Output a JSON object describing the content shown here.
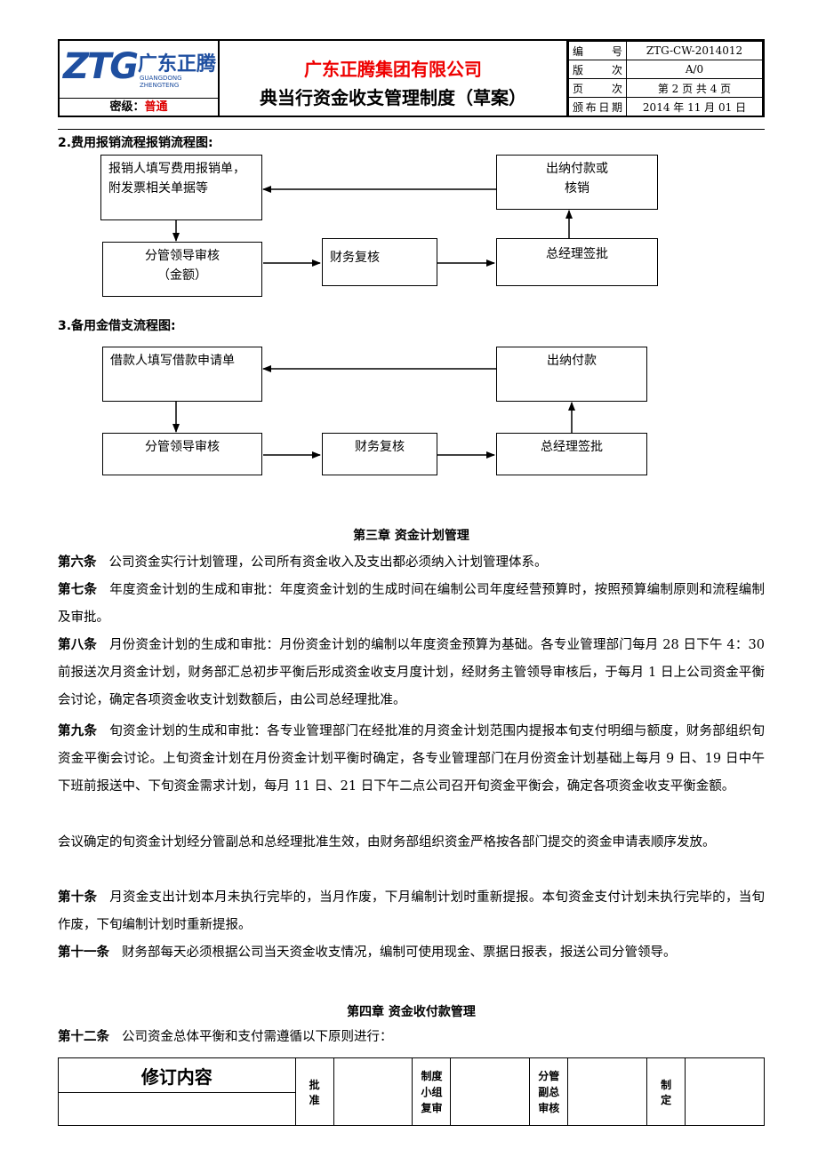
{
  "header": {
    "logo_text": "ZTG",
    "logo_cn": "广东正腾",
    "logo_en": "GUANGDONG ZHENGTENG",
    "secret_label": "密级：",
    "secret_value": "普通",
    "company": "广东正腾集团有限公司",
    "doc_title": "典当行资金收支管理制度（草案）",
    "meta": [
      {
        "key": "编号",
        "value": "ZTG-CW-2014012"
      },
      {
        "key": "版次",
        "value": "A/0"
      },
      {
        "key": "页次",
        "value": "第 2 页 共 4 页"
      },
      {
        "key": "颁布日期",
        "value": "2014 年 11 月 01 日"
      }
    ]
  },
  "flow1": {
    "title": "2.费用报销流程报销流程图:",
    "b1": "报销人填写费用报销单，附发票相关单据等",
    "b2": "出纳付款或\n核销",
    "b3": "分管领导审核\n（金额）",
    "b4": "财务复核",
    "b5": "总经理签批"
  },
  "flow2": {
    "title": "3.备用金借支流程图:",
    "b1": "借款人填写借款申请单",
    "b2": "出纳付款",
    "b3": "分管领导审核",
    "b4": "财务复核",
    "b5": "总经理签批"
  },
  "chapter3": "第三章  资金计划管理",
  "articles": [
    {
      "num": "第六条",
      "text": "公司资金实行计划管理，公司所有资金收入及支出都必须纳入计划管理体系。"
    },
    {
      "num": "第七条",
      "text": "年度资金计划的生成和审批：年度资金计划的生成时间在编制公司年度经营预算时，按照预算编制原则和流程编制及审批。"
    },
    {
      "num": "第八条",
      "text": "月份资金计划的生成和审批：月份资金计划的编制以年度资金预算为基础。各专业管理部门每月 28 日下午 4：30 前报送次月资金计划，财务部汇总初步平衡后形成资金收支月度计划，经财务主管领导审核后，于每月 1 日上公司资金平衡会讨论，确定各项资金收支计划数额后，由公司总经理批准。"
    },
    {
      "num": "第九条",
      "text": "旬资金计划的生成和审批：各专业管理部门在经批准的月资金计划范围内提报本旬支付明细与额度，财务部组织旬资金平衡会讨论。上旬资金计划在月份资金计划平衡时确定，各专业管理部门在月份资金计划基础上每月 9 日、19 日中午下班前报送中、下旬资金需求计划，每月 11 日、21 日下午二点公司召开旬资金平衡会，确定各项资金收支平衡金额。"
    },
    {
      "num": "",
      "text": "会议确定的旬资金计划经分管副总和总经理批准生效，由财务部组织资金严格按各部门提交的资金申请表顺序发放。"
    },
    {
      "num": "第十条",
      "text": "月资金支出计划本月未执行完毕的，当月作废，下月编制计划时重新提报。本旬资金支付计划未执行完毕的，当旬作废，下旬编制计划时重新提报。"
    },
    {
      "num": "第十一条",
      "text": "财务部每天必须根据公司当天资金收支情况，编制可使用现金、票据日报表，报送公司分管领导。"
    }
  ],
  "chapter4": "第四章    资金收付款管理",
  "article12": {
    "num": "第十二条",
    "text": "公司资金总体平衡和支付需遵循以下原则进行："
  },
  "footer": {
    "revision": "修订内容",
    "approve": "批\n准",
    "group_review": "制度\n小组\n复审",
    "vp_review": "分管\n副总\n审核",
    "make": "制\n定"
  }
}
